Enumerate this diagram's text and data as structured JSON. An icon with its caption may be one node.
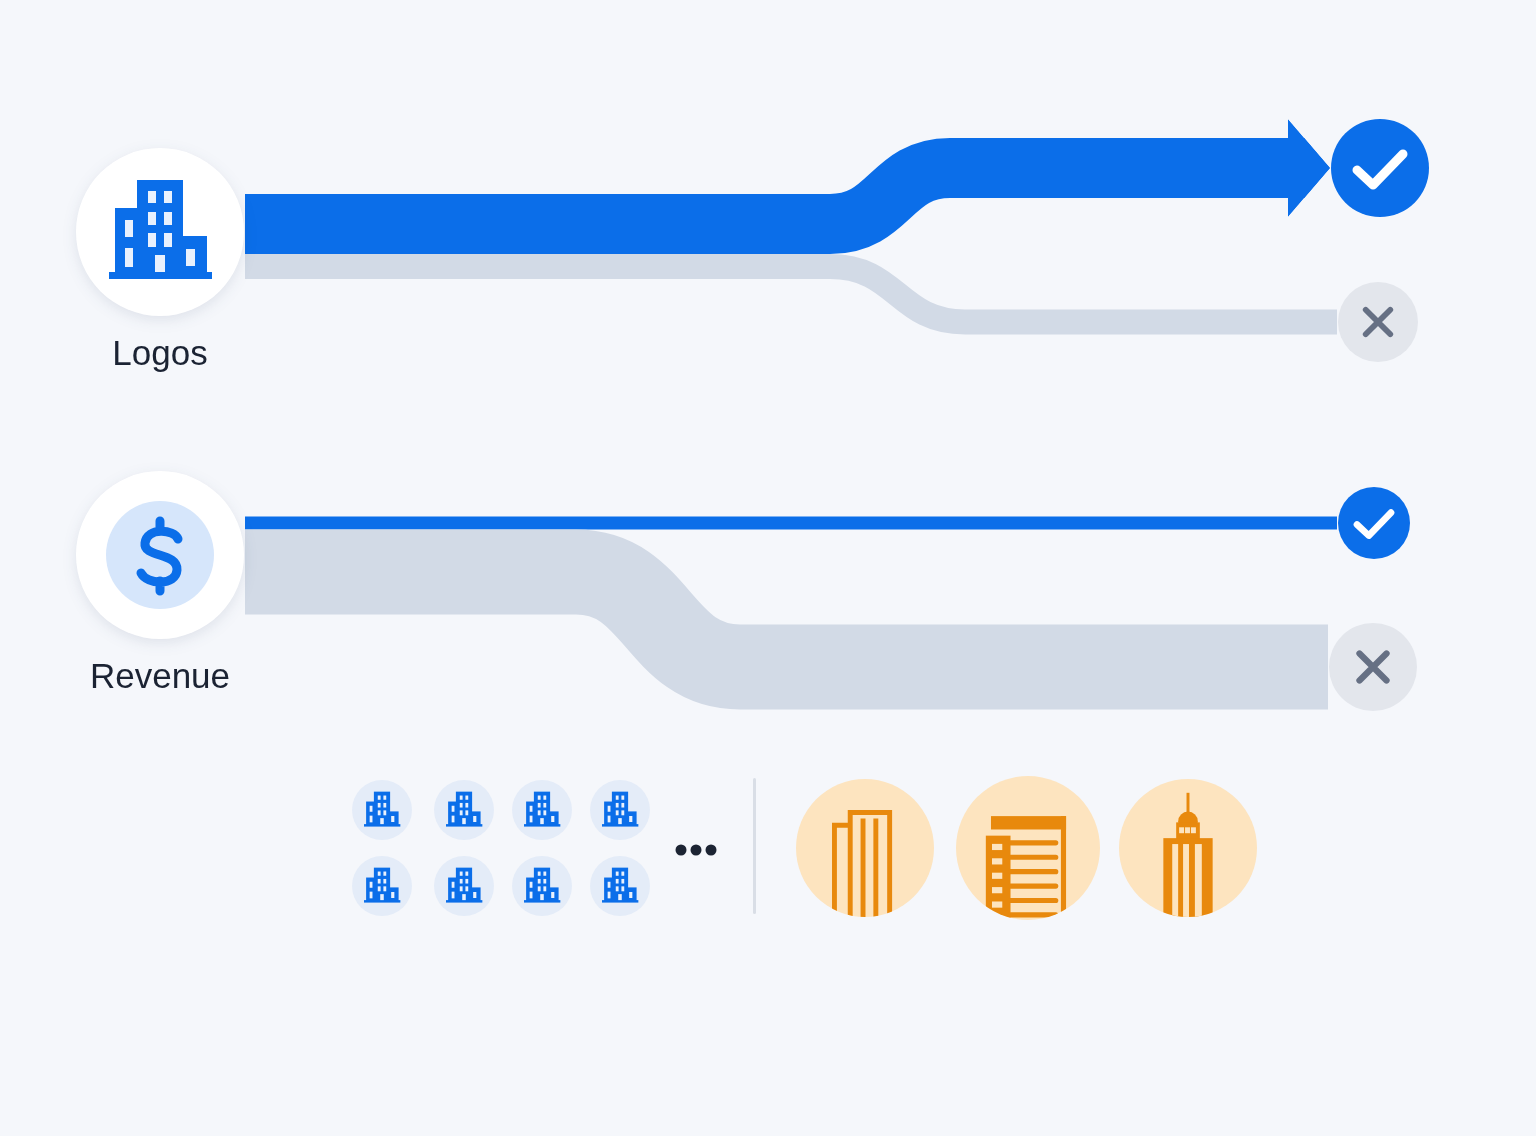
{
  "diagram": {
    "nodes": [
      {
        "text": [
          "Logos"
        ]
      },
      {
        "text": [],
        "shape": "circle"
      },
      {
        "text": [],
        "shape": "circle"
      },
      {
        "text": [
          "Revenue"
        ]
      },
      {
        "text": [],
        "shape": "circle"
      },
      {
        "text": [],
        "shape": "circle"
      },
      {
        "text": [],
        "shape": "picture"
      },
      {
        "text": [],
        "shape": "picture"
      },
      {
        "text": [],
        "shape": "picture"
      },
      {
        "text": [],
        "shape": "picture"
      },
      {
        "text": [],
        "shape": "picture"
      },
      {
        "text": [],
        "shape": "picture"
      },
      {
        "text": [],
        "shape": "picture"
      },
      {
        "text": [],
        "shape": "picture"
      },
      {
        "text": [],
        "shape": "picture"
      },
      {
        "text": [],
        "shape": "picture"
      },
      {
        "text": [],
        "shape": "picture"
      }
    ],
    "edges": [
      {
        "from": 0,
        "to": 1,
        "arrow": "to",
        "style": "thick"
      },
      {
        "from": 0,
        "to": 2,
        "arrow": "none",
        "color": "#d2dae6"
      },
      {
        "from": 3,
        "to": 4,
        "arrow": "none"
      },
      {
        "from": 3,
        "to": 5,
        "arrow": "none",
        "style": "thick",
        "color": "#d2dae6"
      }
    ]
  }
}
